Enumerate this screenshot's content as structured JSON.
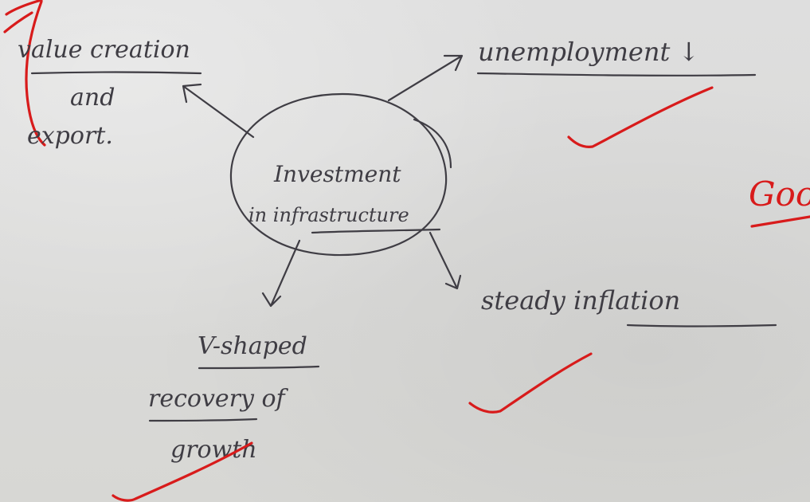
{
  "diagram": {
    "center": {
      "line1": "Investment",
      "line2": "in infrastructure"
    },
    "nodes": {
      "value_creation": {
        "line1": "value creation",
        "line2": "and",
        "line3": "export."
      },
      "unemployment": {
        "text": "unemployment ↓"
      },
      "steady_inflation": {
        "text": "steady inflation"
      },
      "v_shaped": {
        "line1": "V-shaped",
        "line2": "recovery of",
        "line3": "growth"
      }
    }
  },
  "annotations": {
    "good_remark": "Good",
    "ink_color": "#3f3d44",
    "marker_color": "#d81b1b"
  }
}
